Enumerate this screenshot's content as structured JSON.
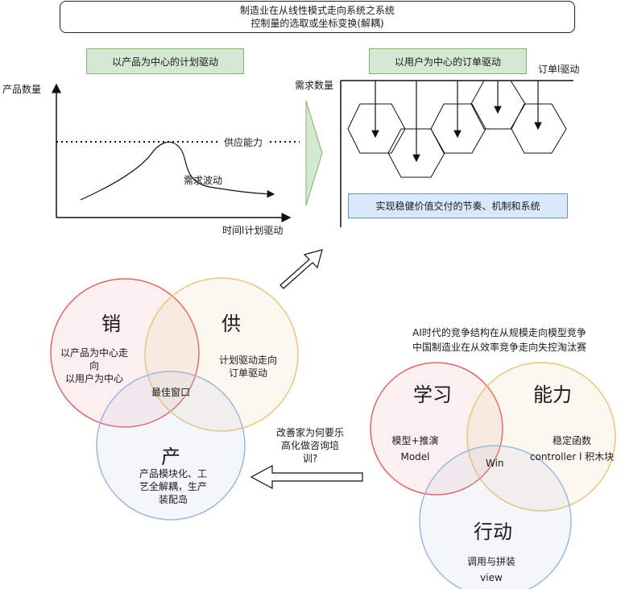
{
  "title": {
    "line1": "制造业在从线性模式走向系统之系统",
    "line2": "控制量的选取或坐标变换(解耦)"
  },
  "left_chart": {
    "header": "以产品为中心的计划驱动",
    "y_label": "产品数量",
    "x_label": "时间l计划驱动",
    "capacity_label": "供应能力",
    "demand_label": "需求波动"
  },
  "right_chart": {
    "header": "以用户为中心的订单驱动",
    "y_label": "需求数量",
    "order_label": "订单l驱动",
    "result_label": "实现稳健价值交付的节奏、机制和系统"
  },
  "venn_left": {
    "sales": {
      "title": "销",
      "line1": "以产品为中心走",
      "line2": "向",
      "line3": "以用户为中心"
    },
    "supply": {
      "title": "供",
      "line1": "计划驱动走向",
      "line2": "订单驱动"
    },
    "production": {
      "title": "产",
      "line1": "产品模块化、工",
      "line2": "艺全解耦，生产",
      "line3": "装配岛"
    },
    "center": "最佳窗口"
  },
  "middle_note": {
    "line1": "改善家为何要乐",
    "line2": "高化做咨询培",
    "line3": "训?"
  },
  "venn_right": {
    "caption_line1": "AI时代的竞争结构在从规模走向模型竞争",
    "caption_line2": "中国制造业在从效率竞争走向失控淘汰赛",
    "learning": {
      "title": "学习",
      "line1": "模型+推演",
      "line2": "Model"
    },
    "capability": {
      "title": "能力",
      "line1": "稳定函数",
      "line2": "controller l 积木块"
    },
    "action": {
      "title": "行动",
      "line1": "调用与拼装",
      "line2": "view"
    },
    "center": "Win"
  },
  "colors": {
    "red_circle": "#e06666",
    "yellow_circle": "#e8c77a",
    "blue_circle": "#9fb6dc",
    "green_fill": "#d5e8d4",
    "green_stroke": "#82b366",
    "blue_fill": "#dae8fc"
  }
}
